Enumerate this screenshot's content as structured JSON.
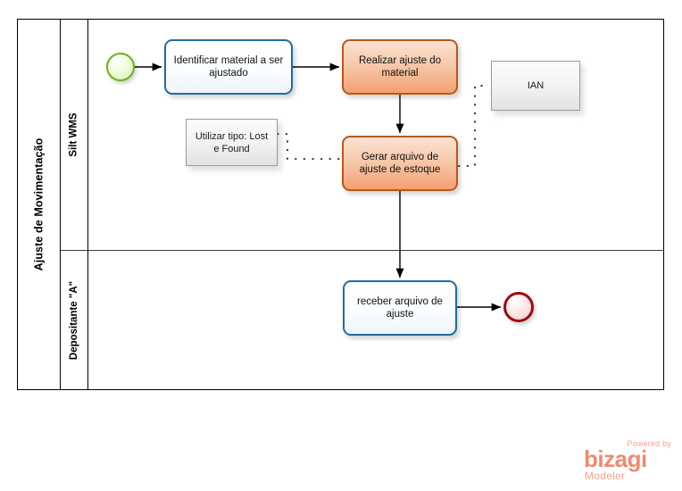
{
  "diagram": {
    "pool_title": "Ajuste de Movimentação",
    "lanes": [
      {
        "label": "Silt WMS"
      },
      {
        "label": "Depositante \"A\""
      }
    ],
    "events": [
      {
        "name": "start-event",
        "type": "start",
        "label": ""
      },
      {
        "name": "end-event",
        "type": "end",
        "label": ""
      }
    ],
    "tasks": [
      {
        "id": "identificar",
        "label": "Identificar material a ser ajustado",
        "style": "blue",
        "lane": "Silt WMS"
      },
      {
        "id": "realizar",
        "label": "Realizar ajuste do material",
        "style": "orange",
        "lane": "Silt WMS"
      },
      {
        "id": "gerar",
        "label": "Gerar arquivo de ajuste de estoque",
        "style": "orange",
        "lane": "Silt WMS"
      },
      {
        "id": "receber",
        "label": "receber arquivo de ajuste",
        "style": "blue",
        "lane": "Depositante \"A\""
      }
    ],
    "annotations": [
      {
        "id": "lostfound",
        "label": "Utilizar tipo: Lost e Found"
      },
      {
        "id": "ian",
        "label": "IAN"
      }
    ]
  },
  "branding": {
    "powered_by": "Powered by",
    "brand": "bizagi",
    "product": "Modeler"
  },
  "colors": {
    "lane_border": "#000000",
    "task_blue_border": "#1f6d9e",
    "task_orange_border": "#b8561a",
    "task_orange_fill": "#f4a072",
    "start_event": "#6ab023",
    "end_event": "#9e0b0f",
    "annotation_border": "#9a9a9a",
    "brand": "#f08a72"
  }
}
